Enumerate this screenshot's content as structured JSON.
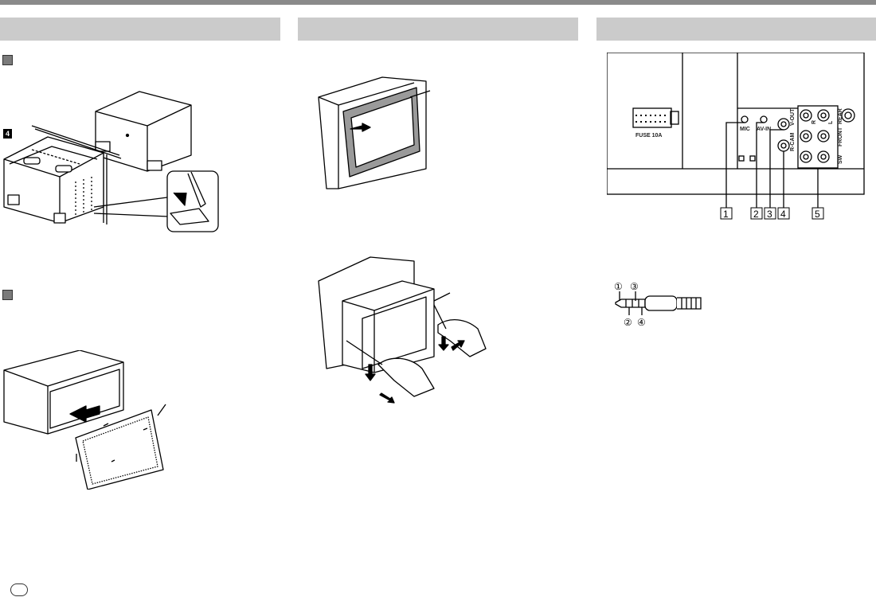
{
  "badge": {
    "step4": "4"
  },
  "sections": [
    {
      "id": "left",
      "title": ""
    },
    {
      "id": "middle",
      "title": ""
    },
    {
      "id": "right",
      "title": ""
    }
  ],
  "connector_panel": {
    "labels": {
      "fuse": "FUSE 10A",
      "mic": "MIC",
      "av_in": "AV-IN",
      "v_out": "V-OUT",
      "r_cam": "R-CAM",
      "rear": "REAR",
      "front": "FRONT",
      "sw": "SW",
      "r": "R",
      "l": "L"
    },
    "callouts": [
      "1",
      "2",
      "3",
      "4",
      "5"
    ]
  },
  "plug": {
    "callouts": [
      "①",
      "③",
      "②",
      "④"
    ]
  },
  "colors": {
    "section_bar": "#cbcbcb",
    "top_rule": "#8a8a8a",
    "marker": "#7a7a7a"
  }
}
